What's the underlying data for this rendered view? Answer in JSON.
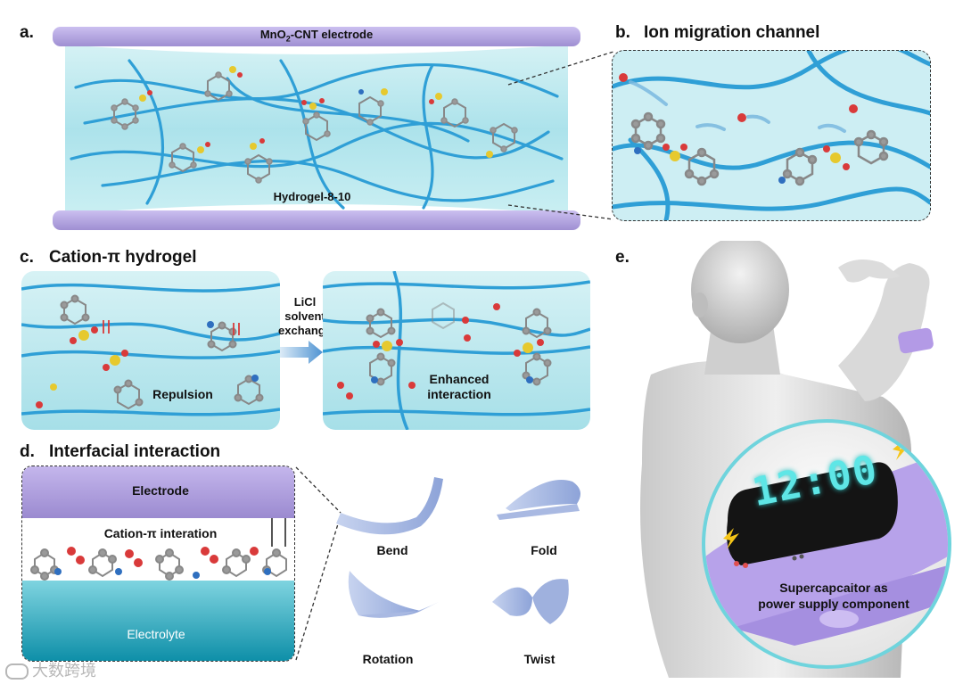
{
  "panels": {
    "a": {
      "label": "a.",
      "electrode_prefix": "MnO",
      "electrode_sub": "2",
      "electrode_suffix": "-CNT electrode",
      "hydrogel_label": "Hydrogel-8-10"
    },
    "b": {
      "label": "b.",
      "title": "Ion migration channel"
    },
    "c": {
      "label": "c.",
      "title": "Cation-π hydrogel",
      "arrow_line1": "LiCl",
      "arrow_line2": "solvent",
      "arrow_line3": "exchange",
      "left_caption": "Repulsion",
      "right_caption_line1": "Enhanced",
      "right_caption_line2": "interaction"
    },
    "d": {
      "label": "d.",
      "title": "Interfacial interaction",
      "electrode_label": "Electrode",
      "interaction_label": "Cation-π interation",
      "electrolyte_label": "Electrolyte",
      "deformations": [
        "Bend",
        "Fold",
        "Rotation",
        "Twist"
      ]
    },
    "e": {
      "label": "e.",
      "clock_time": "12:00",
      "caption_line1": "Supercapcaitor as",
      "caption_line2": "power supply component"
    }
  },
  "watermark": "大数跨境",
  "colors": {
    "electrode_purple": "#b4a4de",
    "hydrogel_cyan": "#bfeaf0",
    "polymer_blue": "#2f9fd6",
    "ion_red": "#d93a3a",
    "sulfur_yellow": "#e6c92e",
    "carbon_gray": "#8c8c8c",
    "clock_digits": "#5ee6e6"
  }
}
